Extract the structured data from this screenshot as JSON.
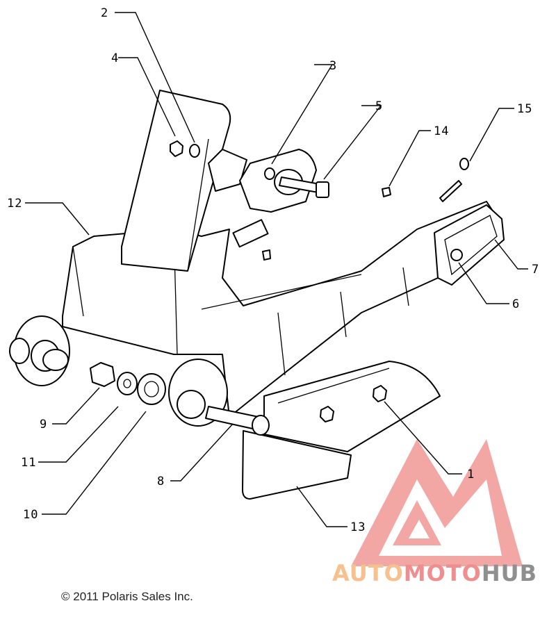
{
  "diagram": {
    "callouts": [
      {
        "id": "c1",
        "label": "1"
      },
      {
        "id": "c2",
        "label": "2"
      },
      {
        "id": "c3",
        "label": "3"
      },
      {
        "id": "c4",
        "label": "4"
      },
      {
        "id": "c5",
        "label": "5"
      },
      {
        "id": "c6",
        "label": "6"
      },
      {
        "id": "c7",
        "label": "7"
      },
      {
        "id": "c8",
        "label": "8"
      },
      {
        "id": "c9",
        "label": "9"
      },
      {
        "id": "c10",
        "label": "10"
      },
      {
        "id": "c11",
        "label": "11"
      },
      {
        "id": "c12",
        "label": "12"
      },
      {
        "id": "c13",
        "label": "13"
      },
      {
        "id": "c14",
        "label": "14"
      },
      {
        "id": "c15",
        "label": "15"
      }
    ]
  },
  "copyright": "© 2011 Polaris Sales Inc.",
  "watermark": {
    "word1": "AUTO",
    "word2": "MOTO",
    "word3": "HUB",
    "colors": {
      "word1": "#f6c18f",
      "word2": "#ef8e8e",
      "word3": "#8f8f8f",
      "logo": "#ec7a78"
    }
  }
}
